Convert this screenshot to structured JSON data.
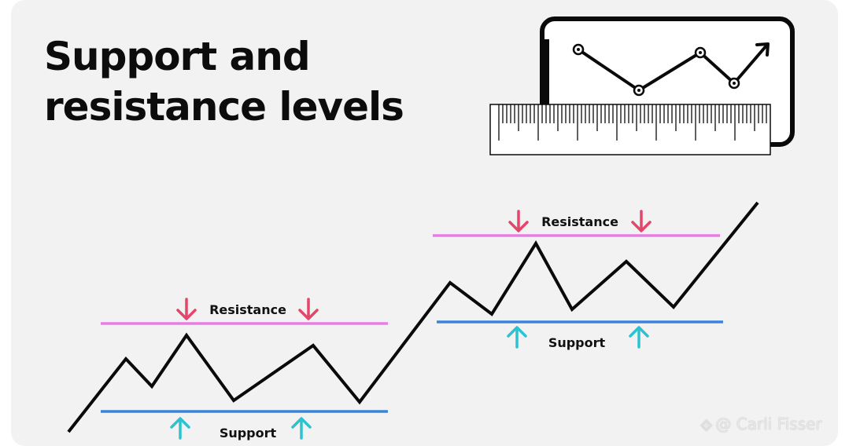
{
  "title": {
    "line1": "Support and",
    "line2": "resistance levels"
  },
  "labels": {
    "resistance_left": "Resistance",
    "support_left": "Support",
    "resistance_right": "Resistance",
    "support_right": "Support"
  },
  "watermark": {
    "text": "@ Carli Fisser",
    "icon": "diamond-logo-icon"
  },
  "colors": {
    "resistance_line": "#ea7ce6",
    "support_line": "#3a84dc",
    "resistance_arrow": "#e2466a",
    "support_arrow": "#2cc2cf",
    "price_line": "#0a0a0a",
    "background": "#f2f2f2"
  },
  "icons": [
    "arrow-down-icon",
    "arrow-up-icon",
    "ruler-icon",
    "phone-chart-icon"
  ]
}
